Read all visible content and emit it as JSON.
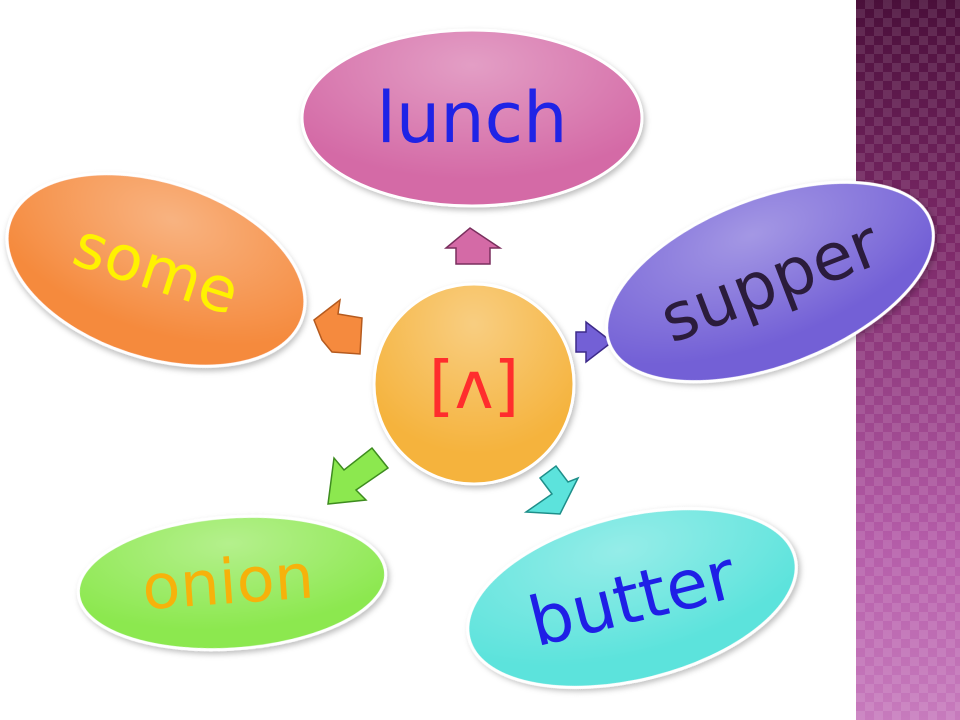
{
  "diagram": {
    "center": {
      "label": "[ʌ]",
      "color": "#f5b33e",
      "text_color": "#ff2d2d"
    },
    "nodes": [
      {
        "id": "lunch",
        "label": "lunch",
        "color": "#d46aa6",
        "text_color": "#1f23e6"
      },
      {
        "id": "supper",
        "label": "supper",
        "color": "#7360d6",
        "text_color": "#2b1c3c"
      },
      {
        "id": "butter",
        "label": "butter",
        "color": "#5ce3dc",
        "text_color": "#1f1fe6"
      },
      {
        "id": "onion",
        "label": "onion",
        "color": "#8ce84f",
        "text_color": "#f6b20b"
      },
      {
        "id": "some",
        "label": "some",
        "color": "#f58a3e",
        "text_color": "#fff200"
      }
    ]
  }
}
